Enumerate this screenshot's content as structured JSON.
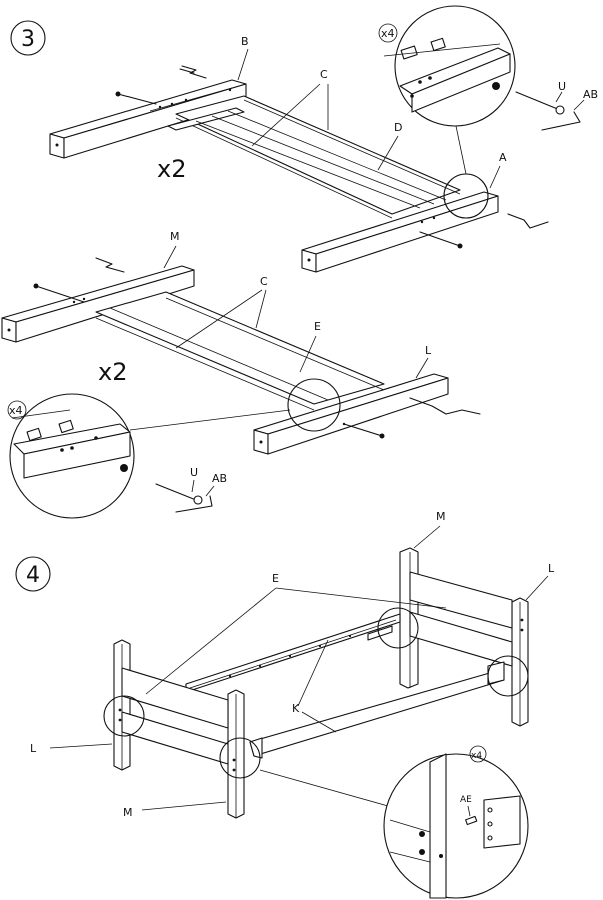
{
  "steps": {
    "step3_number": "3",
    "step4_number": "4"
  },
  "multipliers": {
    "top_assembly": "x2",
    "bottom_assembly": "x2",
    "detail_top": "x4",
    "detail_mid": "x4",
    "detail_step4": "x4"
  },
  "labels": {
    "B": "B",
    "C_top": "C",
    "D": "D",
    "A": "A",
    "U_top": "U",
    "AB_top": "AB",
    "M_top": "M",
    "C_mid": "C",
    "E_mid": "E",
    "L_mid": "L",
    "U_mid": "U",
    "AB_mid": "AB",
    "M_step4_top": "M",
    "L_step4_right": "L",
    "E_step4": "E",
    "K": "K",
    "L_step4_left": "L",
    "M_step4_bottom": "M",
    "AE": "AE"
  }
}
